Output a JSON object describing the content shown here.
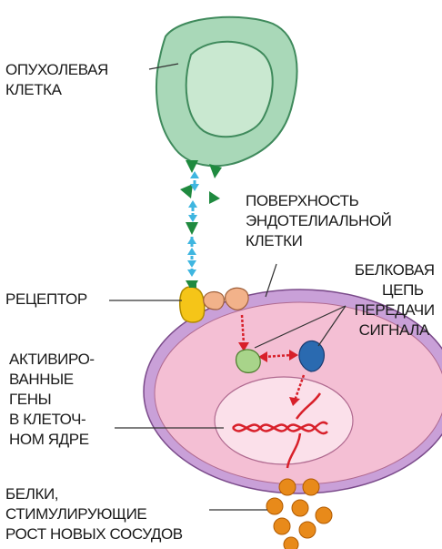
{
  "labels": {
    "tumor_cell": [
      "ОПУХОЛЕВАЯ",
      "КЛЕТКА"
    ],
    "endothelial_surface": [
      "ПОВЕРХНОСТЬ",
      "ЭНДОТЕЛИАЛЬНОЙ",
      "КЛЕТКИ"
    ],
    "receptor": [
      "РЕЦЕПТОР"
    ],
    "signal_chain": [
      "БЕЛКОВАЯ",
      "ЦЕПЬ",
      "ПЕРЕДАЧИ",
      "СИГНАЛА"
    ],
    "activated_genes": [
      "АКТИВИРО-",
      "ВАННЫЕ",
      "ГЕНЫ",
      "В КЛЕТОЧ-",
      "НОМ ЯДРЕ"
    ],
    "proteins": [
      "БЕЛКИ,",
      "СТИМУЛИРУЮЩИЕ",
      "РОСТ НОВЫХ СОСУДОВ"
    ]
  },
  "colors": {
    "tumor_outer": "#a9d8b8",
    "tumor_inner": "#c9e8d0",
    "tumor_stroke": "#3f8a5c",
    "growth_factor": "#1f8a3f",
    "signal_arrow": "#3fb6e0",
    "membrane": "#c9a0d8",
    "cytoplasm": "#f4bfd4",
    "nucleus": "#fbe0ea",
    "dna": "#d8202a",
    "receptor": "#f5c518",
    "protein_orange": "#e88a1a",
    "protein_green": "#a8d48a",
    "protein_blue": "#2a6ab0",
    "protein_peach": "#f2b28a"
  }
}
